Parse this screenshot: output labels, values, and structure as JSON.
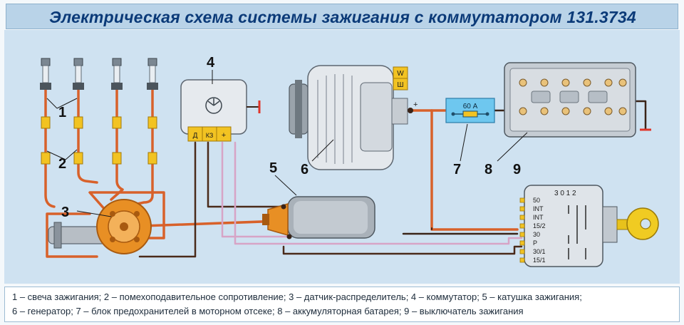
{
  "title": "Электрическая схема системы зажигания с коммутатором 131.3734",
  "callouts": {
    "c1": "1",
    "c2": "2",
    "c3": "3",
    "c4": "4",
    "c5": "5",
    "c6": "6",
    "c7": "7",
    "c8": "8",
    "c9": "9"
  },
  "commutator_terminals": {
    "d": "Д",
    "kz": "КЗ",
    "plus": "+"
  },
  "generator_terminals": {
    "w": "W",
    "sh": "Ш",
    "plus": "+"
  },
  "fuse_label": "60 А",
  "switch": {
    "positions": "3 0 1 2",
    "terminals": [
      "50",
      "INT",
      "INT",
      "15/2",
      "30",
      "P",
      "30/1",
      "15/1"
    ]
  },
  "caption": {
    "line1": "1 – свеча зажигания; 2 – помехоподавительное сопротивление; 3 – датчик-распределитель; 4 – коммутатор; 5 – катушка зажигания;",
    "line2": "6 – генератор; 7 – блок предохранителей в моторном отсеке; 8 – аккумуляторная батарея; 9 – выключатель зажигания"
  }
}
